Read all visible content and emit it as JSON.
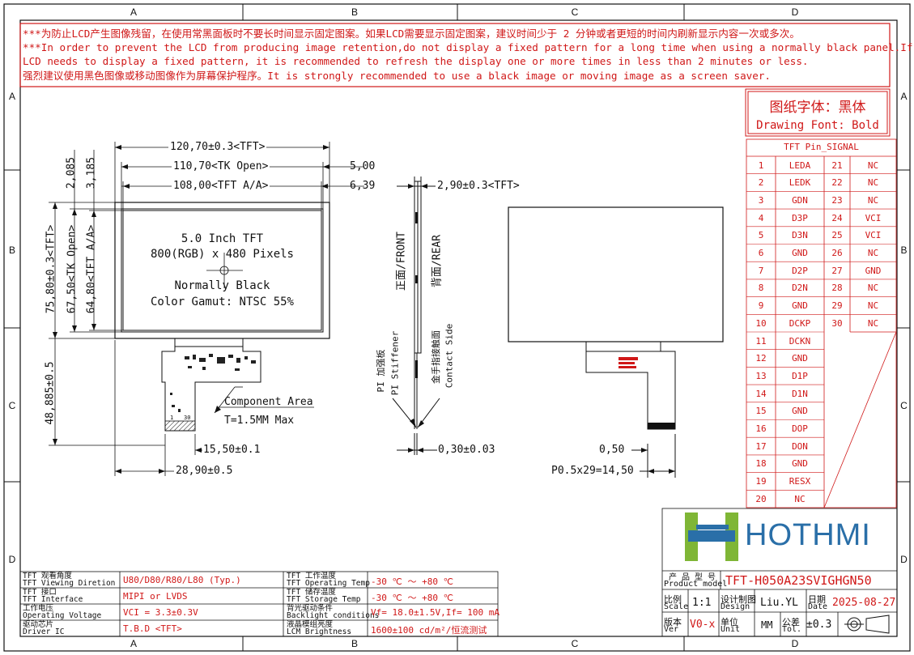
{
  "frame": {
    "zones_top": [
      "A",
      "B",
      "C",
      "D"
    ],
    "zones_side": [
      "A",
      "B",
      "C",
      "D"
    ]
  },
  "warning": {
    "line1": "***为防止LCD产生图像残留，在使用常黑面板时不要长时间显示固定图案。如果LCD需要显示固定图案，建议时间少于 2 分钟或者更短的时间内刷新显示内容一次或多次。",
    "line2": "***In order to prevent the LCD from producing image retention,do not display a fixed pattern for a long time when using a normally black panel.If the",
    "line3": " LCD needs to display a fixed pattern,  it is recommended to refresh the display one or more times in less than 2 minutes or less.",
    "line4": "强烈建议使用黑色图像或移动图像作为屏幕保护程序。It is strongly recommended to use a black image or moving image as a screen saver."
  },
  "font_note": {
    "zh": "图纸字体：黑体",
    "en": "Drawing Font: Bold"
  },
  "pin_table": {
    "title": "TFT Pin_SIGNAL",
    "rows": [
      [
        "1",
        "LEDA",
        "21",
        "NC"
      ],
      [
        "2",
        "LEDK",
        "22",
        "NC"
      ],
      [
        "3",
        "GDN",
        "23",
        "NC"
      ],
      [
        "4",
        "D3P",
        "24",
        "VCI"
      ],
      [
        "5",
        "D3N",
        "25",
        "VCI"
      ],
      [
        "6",
        "GND",
        "26",
        "NC"
      ],
      [
        "7",
        "D2P",
        "27",
        "GND"
      ],
      [
        "8",
        "D2N",
        "28",
        "NC"
      ],
      [
        "9",
        "GND",
        "29",
        "NC"
      ],
      [
        "10",
        "DCKP",
        "30",
        "NC"
      ],
      [
        "11",
        "DCKN",
        "",
        ""
      ],
      [
        "12",
        "GND",
        "",
        ""
      ],
      [
        "13",
        "D1P",
        "",
        ""
      ],
      [
        "14",
        "D1N",
        "",
        ""
      ],
      [
        "15",
        "GND",
        "",
        ""
      ],
      [
        "16",
        "DOP",
        "",
        ""
      ],
      [
        "17",
        "DON",
        "",
        ""
      ],
      [
        "18",
        "GND",
        "",
        ""
      ],
      [
        "19",
        "RESX",
        "",
        ""
      ],
      [
        "20",
        "NC",
        "",
        ""
      ]
    ]
  },
  "front_view": {
    "dim_width_tft": "120,70±0.3<TFT>",
    "dim_width_tk": "110,70<TK Open>",
    "dim_width_aa": "108,00<TFT A/A>",
    "dim_right_1": "5,00",
    "dim_right_2": "6,39",
    "dim_top_1": "2,085",
    "dim_top_2": "3,185",
    "dim_h_tft": "75,80±0.3<TFT>",
    "dim_h_tk": "67,50<TK Open>",
    "dim_h_aa": "64,80<TFT A/A>",
    "dim_h_total": "48,885±0.5",
    "line1": "5.0 Inch TFT",
    "line2": "800(RGB) x 480 Pixels",
    "line3": "Normally Black",
    "line4": "Color Gamut: NTSC 55%",
    "component": "Component Area",
    "thickness": "T=1.5MM Max",
    "dim_fpc_offset": "15,50±0.1",
    "dim_fpc_width": "28,90±0.5",
    "fpc_pin1": "1",
    "fpc_pin30": "30"
  },
  "side_view": {
    "dim_thickness": "2,90±0.3<TFT>",
    "front_label": "正面/FRONT",
    "rear_label": "背面/REAR",
    "stiffener_zh": "PI 加强板",
    "stiffener_en": "PI Stiffener",
    "contact_zh": "金手指接触面",
    "contact_en": "Contact Side",
    "dim_fpc_thk": "0,30±0.03"
  },
  "rear_view": {
    "dim_pitch": "0,50",
    "dim_pins": "P0.5x29=14,50"
  },
  "specs": [
    {
      "zh": "TFT 观看角度",
      "en": "TFT Viewing Diretion",
      "value": "U80/D80/R80/L80 (Typ.)",
      "zh2": "TFT 工作温度",
      "en2": "TFT Operating Temp",
      "value2": "-30 ℃ ～ +80 ℃"
    },
    {
      "zh": "TFT 接口",
      "en": "TFT Interface",
      "value": "MIPI or LVDS",
      "zh2": "TFT 储存温度",
      "en2": "TFT Storage Temp",
      "value2": "-30 ℃ ～ +80 ℃"
    },
    {
      "zh": "工作电压",
      "en": "Operating Voltage",
      "value": "VCI = 3.3±0.3V",
      "zh2": "背光驱动条件",
      "en2": "Backlight conditions",
      "value2": "Vf= 18.0±1.5V,If= 100 mA"
    },
    {
      "zh": "驱动芯片",
      "en": "Driver IC",
      "value": "T.B.D <TFT>",
      "zh2": "液晶模组亮度",
      "en2": "LCM Brightness",
      "value2": "1600±100 cd/m²/恒流测试"
    }
  ],
  "title_block": {
    "brand": "HOTHMI",
    "product_label_zh": "产 品 型 号",
    "product_label_en": "Product model",
    "product_model": "TFT-H050A23SVIGHGN50",
    "scale_zh": "比例",
    "scale_en": "Scale",
    "scale": "1:1",
    "design_zh": "设计制图",
    "design_en": "Design",
    "designer": "Liu.YL",
    "date_zh": "日期",
    "date_en": "Date",
    "date": "2025-08-27",
    "ver_zh": "版本",
    "ver_en": "Ver",
    "version": "V0-x",
    "unit_zh": "单位",
    "unit_en": "Unit",
    "unit": "MM",
    "tol_zh": "公差",
    "tol_en": "Tol.",
    "tolerance": "±0.3"
  },
  "colors": {
    "red": "#d01818",
    "logo_green": "#7fb636",
    "logo_blue": "#2a6fa8",
    "ink": "#111111"
  }
}
